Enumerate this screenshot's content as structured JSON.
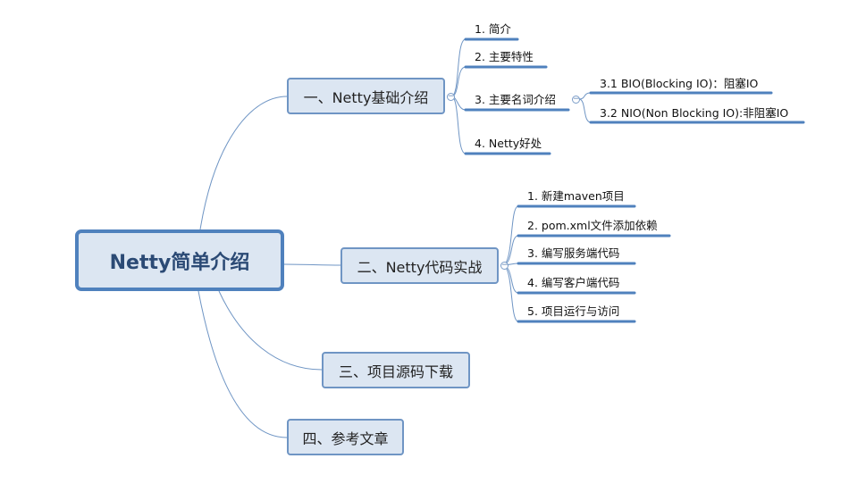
{
  "root": {
    "label": "Netty简单介绍"
  },
  "branches": [
    {
      "label": "一、Netty基础介绍",
      "children": [
        {
          "label": "1. 简介"
        },
        {
          "label": "2. 主要特性"
        },
        {
          "label": "3. 主要名词介绍",
          "children": [
            {
              "label": "3.1 BIO(Blocking IO)：阻塞IO"
            },
            {
              "label": "3.2 NIO(Non Blocking IO):非阻塞IO"
            }
          ]
        },
        {
          "label": "4. Netty好处"
        }
      ]
    },
    {
      "label": "二、Netty代码实战",
      "children": [
        {
          "label": "1. 新建maven项目"
        },
        {
          "label": "2. pom.xml文件添加依赖"
        },
        {
          "label": "3. 编写服务端代码"
        },
        {
          "label": "4. 编写客户端代码"
        },
        {
          "label": "5. 项目运行与访问"
        }
      ]
    },
    {
      "label": "三、项目源码下载"
    },
    {
      "label": "四、参考文章"
    }
  ],
  "colors": {
    "line": "#6f95c4",
    "node_fill": "#dce6f2",
    "root_border": "#4f81bd",
    "underline": "#4f81bd"
  },
  "icons": {
    "collapse": "minus-circle-icon"
  }
}
